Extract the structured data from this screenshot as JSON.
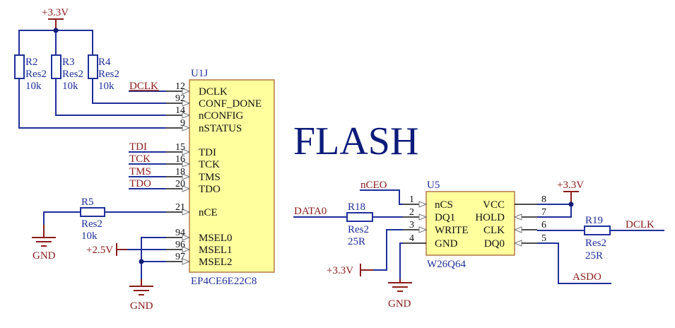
{
  "title": "FLASH",
  "colors": {
    "wire": "#1f2f9a",
    "power": "#8b1a1a",
    "chip_fill": "#ffff9e",
    "chip_border": "#b3784a",
    "text_dark": "#111111"
  },
  "power": {
    "vcc33": "+3.3V",
    "vcc25": "+2.5V",
    "gnd": "GND"
  },
  "resistors": {
    "r2": {
      "ref": "R2",
      "type": "Res2",
      "value": "10k"
    },
    "r3": {
      "ref": "R3",
      "type": "Res2",
      "value": "10k"
    },
    "r4": {
      "ref": "R4",
      "type": "Res2",
      "value": "10k"
    },
    "r5": {
      "ref": "R5",
      "type": "Res2",
      "value": "10k"
    },
    "r18": {
      "ref": "R18",
      "type": "Res2",
      "value": "25R"
    },
    "r19": {
      "ref": "R19",
      "type": "Res2",
      "value": "25R"
    }
  },
  "u1j": {
    "ref": "U1J",
    "part": "EP4CE6E22C8",
    "pins": [
      {
        "num": "12",
        "name": "DCLK",
        "net": "DCLK"
      },
      {
        "num": "92",
        "name": "CONF_DONE",
        "net": ""
      },
      {
        "num": "14",
        "name": "nCONFIG",
        "net": ""
      },
      {
        "num": "9",
        "name": "nSTATUS",
        "net": ""
      },
      {
        "num": "15",
        "name": "TDI",
        "net": "TDI"
      },
      {
        "num": "16",
        "name": "TCK",
        "net": "TCK"
      },
      {
        "num": "18",
        "name": "TMS",
        "net": "TMS"
      },
      {
        "num": "20",
        "name": "TDO",
        "net": "TDO"
      },
      {
        "num": "21",
        "name": "nCE",
        "net": ""
      },
      {
        "num": "94",
        "name": "MSEL0",
        "net": ""
      },
      {
        "num": "96",
        "name": "MSEL1",
        "net": ""
      },
      {
        "num": "97",
        "name": "MSEL2",
        "net": ""
      }
    ]
  },
  "u5": {
    "ref": "U5",
    "part": "W26Q64",
    "left_pins": [
      {
        "num": "1",
        "name": "nCS"
      },
      {
        "num": "2",
        "name": "DQ1"
      },
      {
        "num": "3",
        "name": "WRITE"
      },
      {
        "num": "4",
        "name": "GND"
      }
    ],
    "right_pins": [
      {
        "num": "8",
        "name": "VCC"
      },
      {
        "num": "7",
        "name": "HOLD"
      },
      {
        "num": "6",
        "name": "CLK"
      },
      {
        "num": "5",
        "name": "DQ0"
      }
    ]
  },
  "nets": {
    "nceo": "nCEO",
    "data0": "DATA0",
    "dclk": "DCLK",
    "asdo": "ASDO"
  }
}
